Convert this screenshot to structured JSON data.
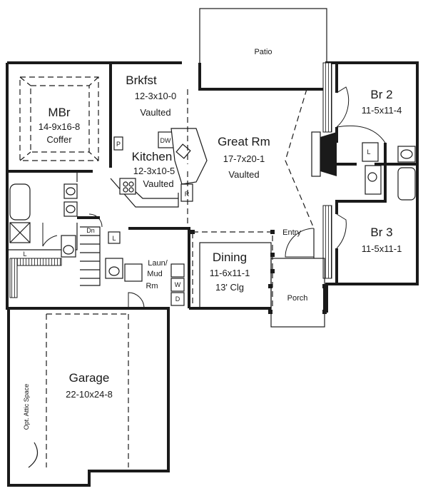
{
  "rooms": {
    "patio": {
      "name": "Patio"
    },
    "mbr": {
      "name": "MBr",
      "size": "14-9x16-8",
      "note": "Coffer"
    },
    "brkfst": {
      "name": "Brkfst",
      "size": "12-3x10-0",
      "note": "Vaulted"
    },
    "kitchen": {
      "name": "Kitchen",
      "size": "12-3x10-5",
      "note": "Vaulted"
    },
    "great_rm": {
      "name": "Great Rm",
      "size": "17-7x20-1",
      "note": "Vaulted"
    },
    "br2": {
      "name": "Br 2",
      "size": "11-5x11-4"
    },
    "br3": {
      "name": "Br 3",
      "size": "11-5x11-1"
    },
    "dining": {
      "name": "Dining",
      "size": "11-6x11-1",
      "note": "13' Clg"
    },
    "laun": {
      "line1": "Laun/",
      "line2": "Mud",
      "line3": "Rm"
    },
    "entry": {
      "name": "Entry"
    },
    "porch": {
      "name": "Porch"
    },
    "garage": {
      "name": "Garage",
      "size": "22-10x24-8"
    }
  },
  "fixtures": {
    "dw": "DW",
    "pantry": "P",
    "fridge": "R",
    "linen": "L",
    "down": "Dn",
    "washer": "W",
    "dryer": "D"
  },
  "attic": "Opt. Attic Space"
}
